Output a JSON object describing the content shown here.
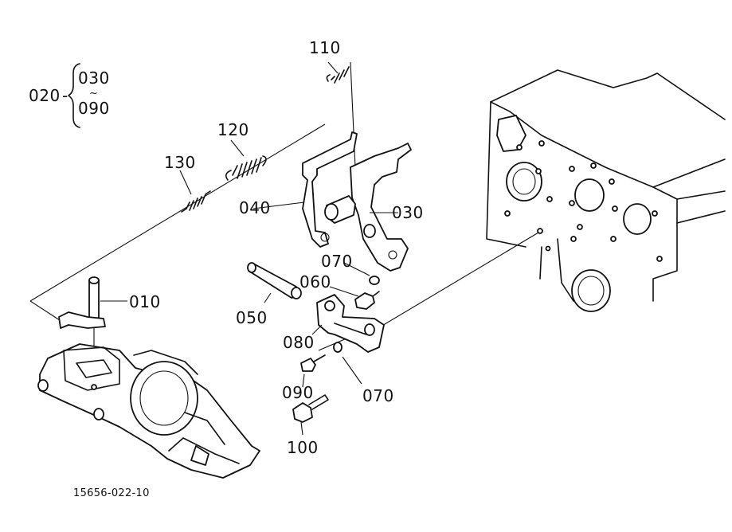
{
  "callouts": {
    "c110": "110",
    "c120": "120",
    "c130": "130",
    "c040": "040",
    "c030": "030",
    "c070a": "070",
    "c060": "060",
    "c010": "010",
    "c050": "050",
    "c080": "080",
    "c090": "090",
    "c070b": "070",
    "c100": "100"
  },
  "assembly_key": {
    "parent": "020",
    "from": "030",
    "range_mark": "~",
    "to": "090"
  },
  "drawing_number": "15656-022-10"
}
